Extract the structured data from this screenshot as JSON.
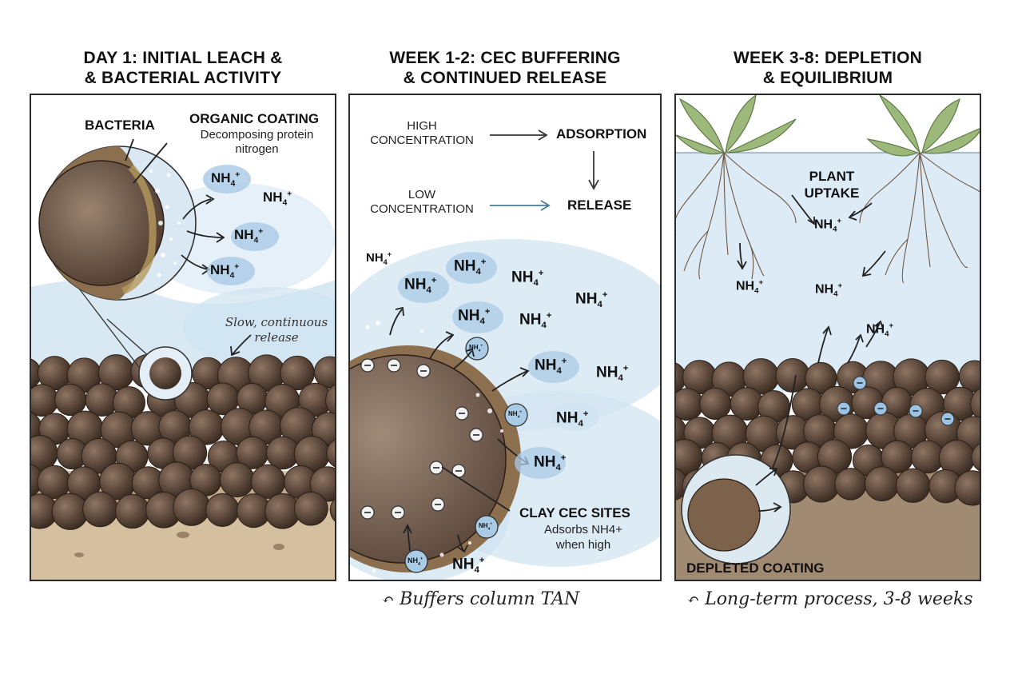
{
  "panels": [
    {
      "title_line1": "DAY 1: INITIAL LEACH &",
      "title_line2": "& BACTERIAL ACTIVITY",
      "labels": {
        "bacteria": "BACTERIA",
        "organic_coating": "ORGANIC COATING",
        "organic_coating_sub1": "Decomposing protein",
        "organic_coating_sub2": "nitrogen",
        "release_note1": "Slow, continuous",
        "release_note2": "release"
      },
      "ions": [
        "NH4+",
        "NH4+",
        "NH4+",
        "NH4+"
      ]
    },
    {
      "title_line1": "WEEK 1-2: CEC BUFFERING",
      "title_line2": "& CONTINUED RELEASE",
      "labels": {
        "high1": "HIGH",
        "high2": "CONCENTRATION",
        "low1": "LOW",
        "low2": "CONCENTRATION",
        "adsorption": "ADSORPTION",
        "release": "RELEASE",
        "clay": "CLAY CEC SITES",
        "clay_sub1": "Adsorbs NH4+",
        "clay_sub2": "when high"
      },
      "caption": "Buffers column TAN"
    },
    {
      "title_line1": "WEEK 3-8: DEPLETION",
      "title_line2": "& EQUILIBRIUM",
      "labels": {
        "plant1": "PLANT",
        "plant2": "UPTAKE",
        "depleted": "DEPLETED COATING"
      },
      "caption": "Long-term process, 3-8 weeks"
    }
  ],
  "ion_text": {
    "base": "NH",
    "sub": "4",
    "sup": "+"
  },
  "colors": {
    "water": "#cfe3f1",
    "pellet": "#6b5344",
    "soil": "#cdb79a",
    "ink": "#1f1f1f"
  }
}
